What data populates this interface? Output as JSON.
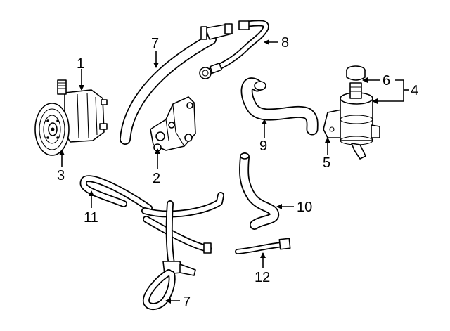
{
  "callouts": {
    "c1": "1",
    "c2": "2",
    "c3": "3",
    "c4": "4",
    "c5": "5",
    "c6": "6",
    "c7a": "7",
    "c7b": "7",
    "c8": "8",
    "c9": "9",
    "c10": "10",
    "c11": "11",
    "c12": "12"
  }
}
